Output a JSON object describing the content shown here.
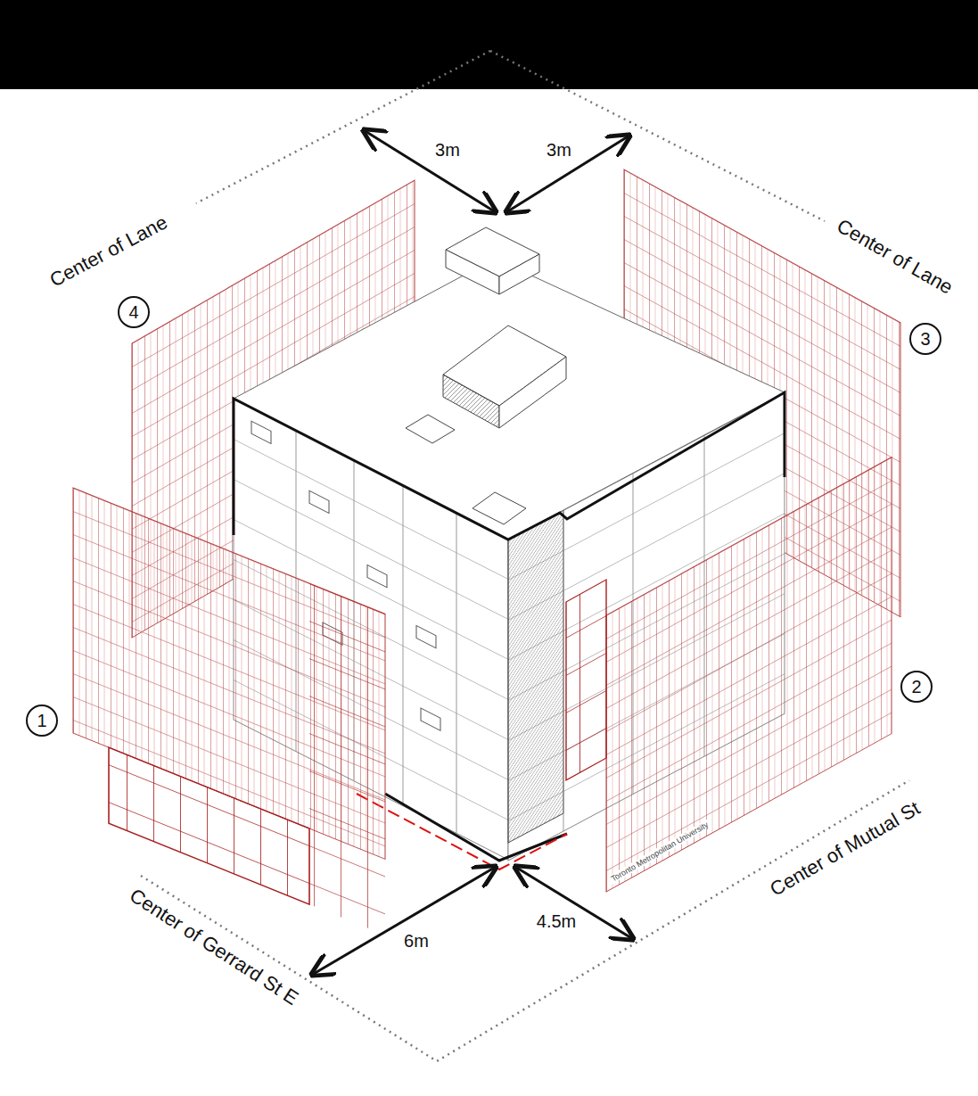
{
  "diagram": {
    "nodes": [
      {
        "text": [
          "4"
        ]
      },
      {
        "text": [
          "3"
        ]
      },
      {
        "text": [
          "1"
        ]
      },
      {
        "text": [
          "2"
        ]
      }
    ],
    "labels": [
      "3m",
      "3m",
      "Center of Lane",
      "Center of Lane",
      "Center of Gerrard St E",
      "Center of Mutual St",
      "6m",
      "4.5m",
      "Toronto Metropolitan University"
    ]
  }
}
